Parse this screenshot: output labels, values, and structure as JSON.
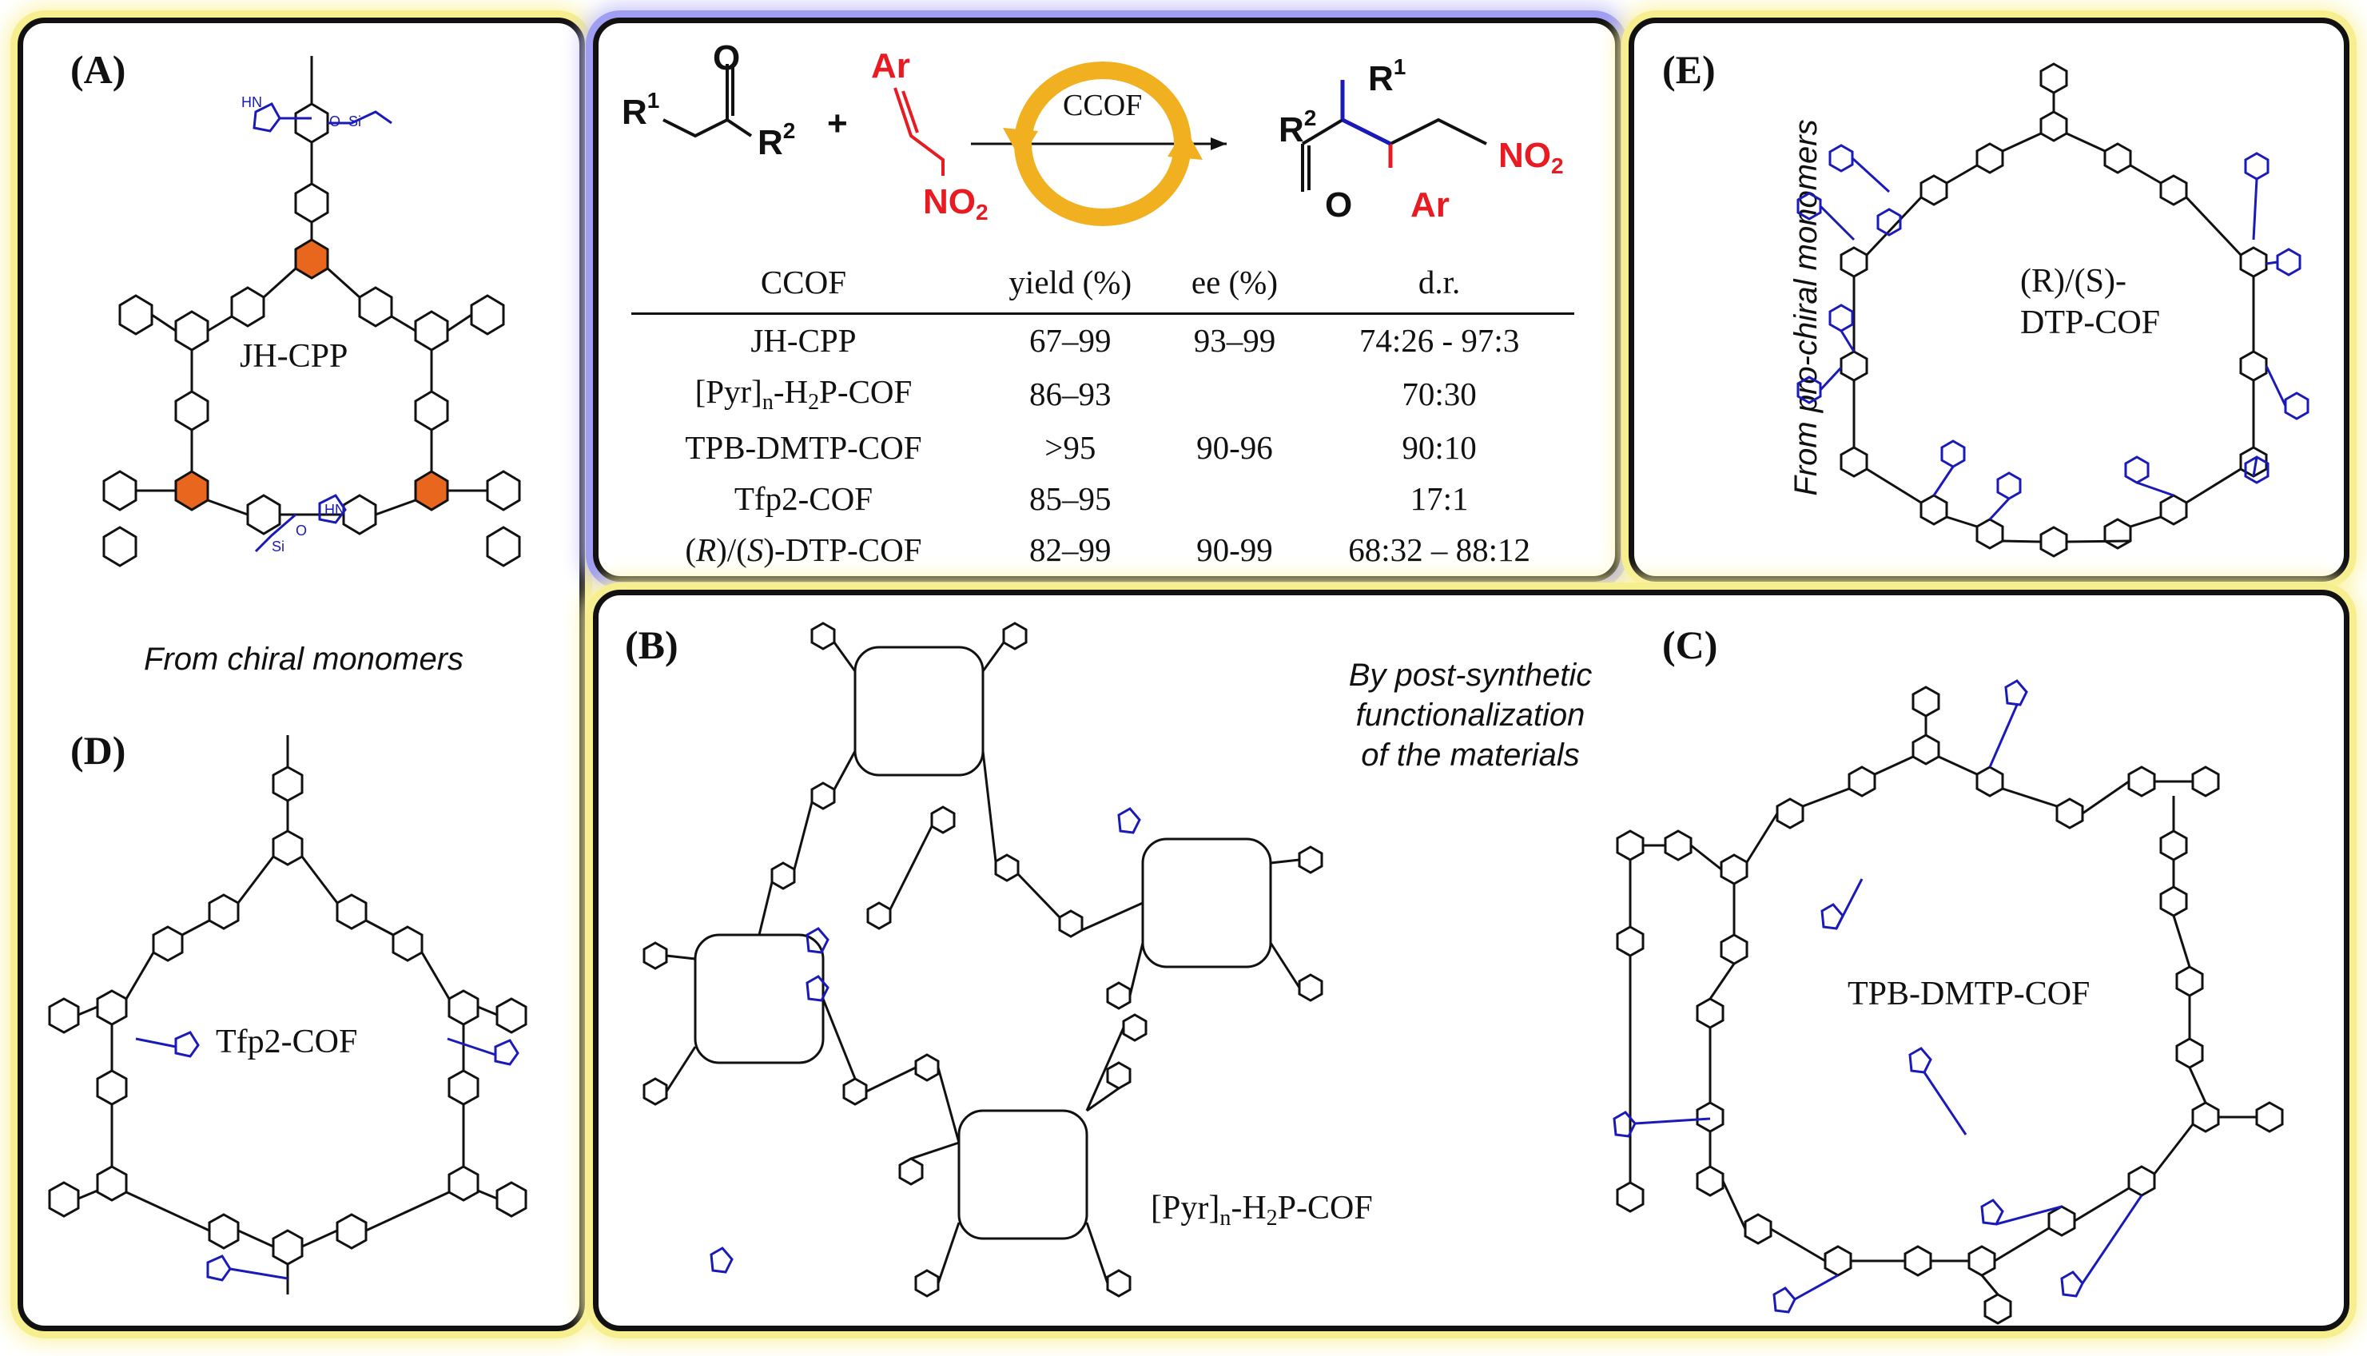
{
  "panels": {
    "A": {
      "label": "(A)",
      "name": "JH-CPP"
    },
    "B": {
      "label": "(B)",
      "name_prefix": "[Pyr]",
      "name_sub_n": "n",
      "name_mid": "-H",
      "name_sub_2": "2",
      "name_suffix": "P-COF"
    },
    "C": {
      "label": "(C)",
      "name": "TPB-DMTP-COF"
    },
    "D": {
      "label": "(D)",
      "name": "Tfp2-COF"
    },
    "E": {
      "label": "(E)",
      "name_line1": "(R)/(S)-",
      "name_line2": "DTP-COF"
    }
  },
  "captions": {
    "chiral": "From chiral monomers",
    "prochiral": "From pro-chiral monomers",
    "post1": "By post-synthetic",
    "post2": "functionalization",
    "post3": "of the materials"
  },
  "reaction": {
    "r1": "R",
    "r1_sup": "1",
    "r2": "R",
    "r2_sup": "2",
    "o": "O",
    "plus": "+",
    "ar": "Ar",
    "no2": "NO",
    "no2_sub": "2",
    "catalyst": "CCOF",
    "prod_r1": "R",
    "prod_r1_sup": "1",
    "prod_r2": "R",
    "prod_r2_sup": "2",
    "prod_o": "O",
    "prod_ar": "Ar",
    "prod_no2": "NO",
    "prod_no2_sub": "2"
  },
  "table": {
    "headers": [
      "CCOF",
      "yield  (%)",
      "ee (%)",
      "d.r."
    ],
    "rows": [
      {
        "ccof": "JH-CPP",
        "yield": "67–99",
        "ee": "93–99",
        "dr": "74:26 - 97:3"
      },
      {
        "ccof": "[Pyr]n-H2P-COF",
        "yield": "86–93",
        "ee": "",
        "dr": "70:30"
      },
      {
        "ccof": "TPB-DMTP-COF",
        "yield": ">95",
        "ee": "90-96",
        "dr": "90:10"
      },
      {
        "ccof": "Tfp2-COF",
        "yield": "85–95",
        "ee": "",
        "dr": "17:1"
      },
      {
        "ccof": "(R)/(S)-DTP-COF",
        "yield": "82–99",
        "ee": "90-99",
        "dr": "68:32 – 88:12"
      }
    ]
  },
  "colors": {
    "frame": "#111111",
    "glow_yellow": "#f7ee8f",
    "glow_blue": "#9f9ef2",
    "chiral_blue": "#1a1ab8",
    "nitroalkene_red": "#e81b23",
    "core_orange": "#e8661e",
    "arrow_gold": "#f0b020"
  },
  "icons": [
    "hexagonal-cof-structure",
    "porphyrin-cof-structure",
    "circular-catalyst-arrow-icon"
  ]
}
